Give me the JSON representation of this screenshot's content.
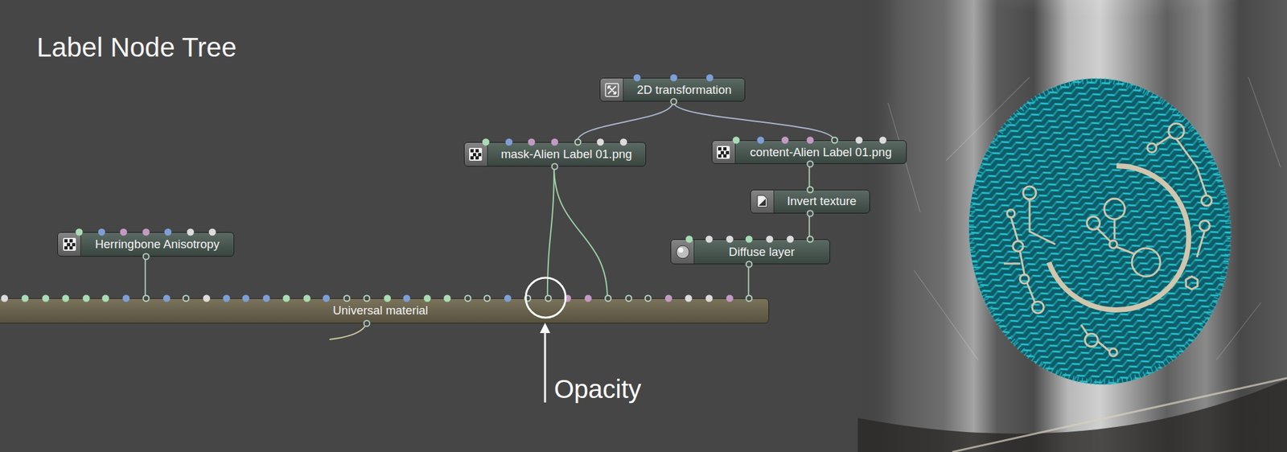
{
  "diagram": {
    "title": "Label Node Tree",
    "nodes": [
      {
        "text": [
          "2D transformation"
        ]
      },
      {
        "text": [
          "mask-Alien Label 01.png"
        ]
      },
      {
        "text": [
          "content-Alien Label 01.png"
        ]
      },
      {
        "text": [
          "Invert texture"
        ]
      },
      {
        "text": [
          "Herringbone Anisotropy"
        ]
      },
      {
        "text": [
          "Diffuse layer"
        ]
      },
      {
        "text": [
          "Universal material"
        ]
      }
    ],
    "edges": [
      {
        "from": 0,
        "to": 1,
        "arrow": "none"
      },
      {
        "from": 0,
        "to": 2,
        "arrow": "none"
      },
      {
        "from": 1,
        "to": 6,
        "arrow": "none"
      },
      {
        "from": 1,
        "to": 6,
        "arrow": "none"
      },
      {
        "from": 2,
        "to": 3,
        "arrow": "none"
      },
      {
        "from": 3,
        "to": 5,
        "arrow": "none"
      },
      {
        "from": 5,
        "to": 6,
        "arrow": "none"
      },
      {
        "from": 4,
        "to": 6,
        "arrow": "none"
      }
    ],
    "labels": [
      "Opacity"
    ]
  }
}
